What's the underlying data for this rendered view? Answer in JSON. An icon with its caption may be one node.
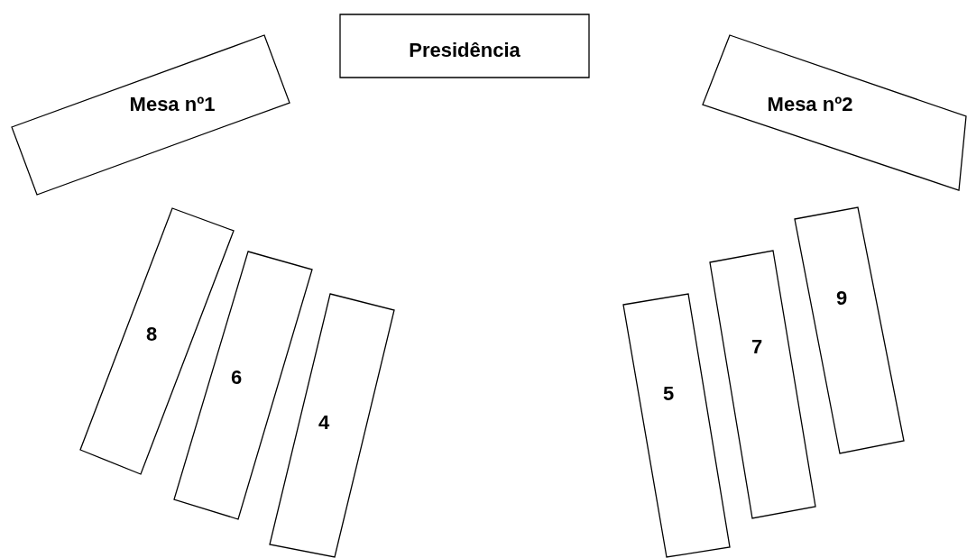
{
  "diagram": {
    "nodes": [
      {
        "text": [
          "Presidência"
        ]
      },
      {
        "text": [
          "Mesa nº1"
        ]
      },
      {
        "text": [
          "Mesa nº2"
        ]
      },
      {
        "text": [
          "8"
        ]
      },
      {
        "text": [
          "6"
        ]
      },
      {
        "text": [
          "4"
        ]
      },
      {
        "text": [
          "5"
        ]
      },
      {
        "text": [
          "7"
        ]
      },
      {
        "text": [
          "9"
        ]
      }
    ]
  }
}
